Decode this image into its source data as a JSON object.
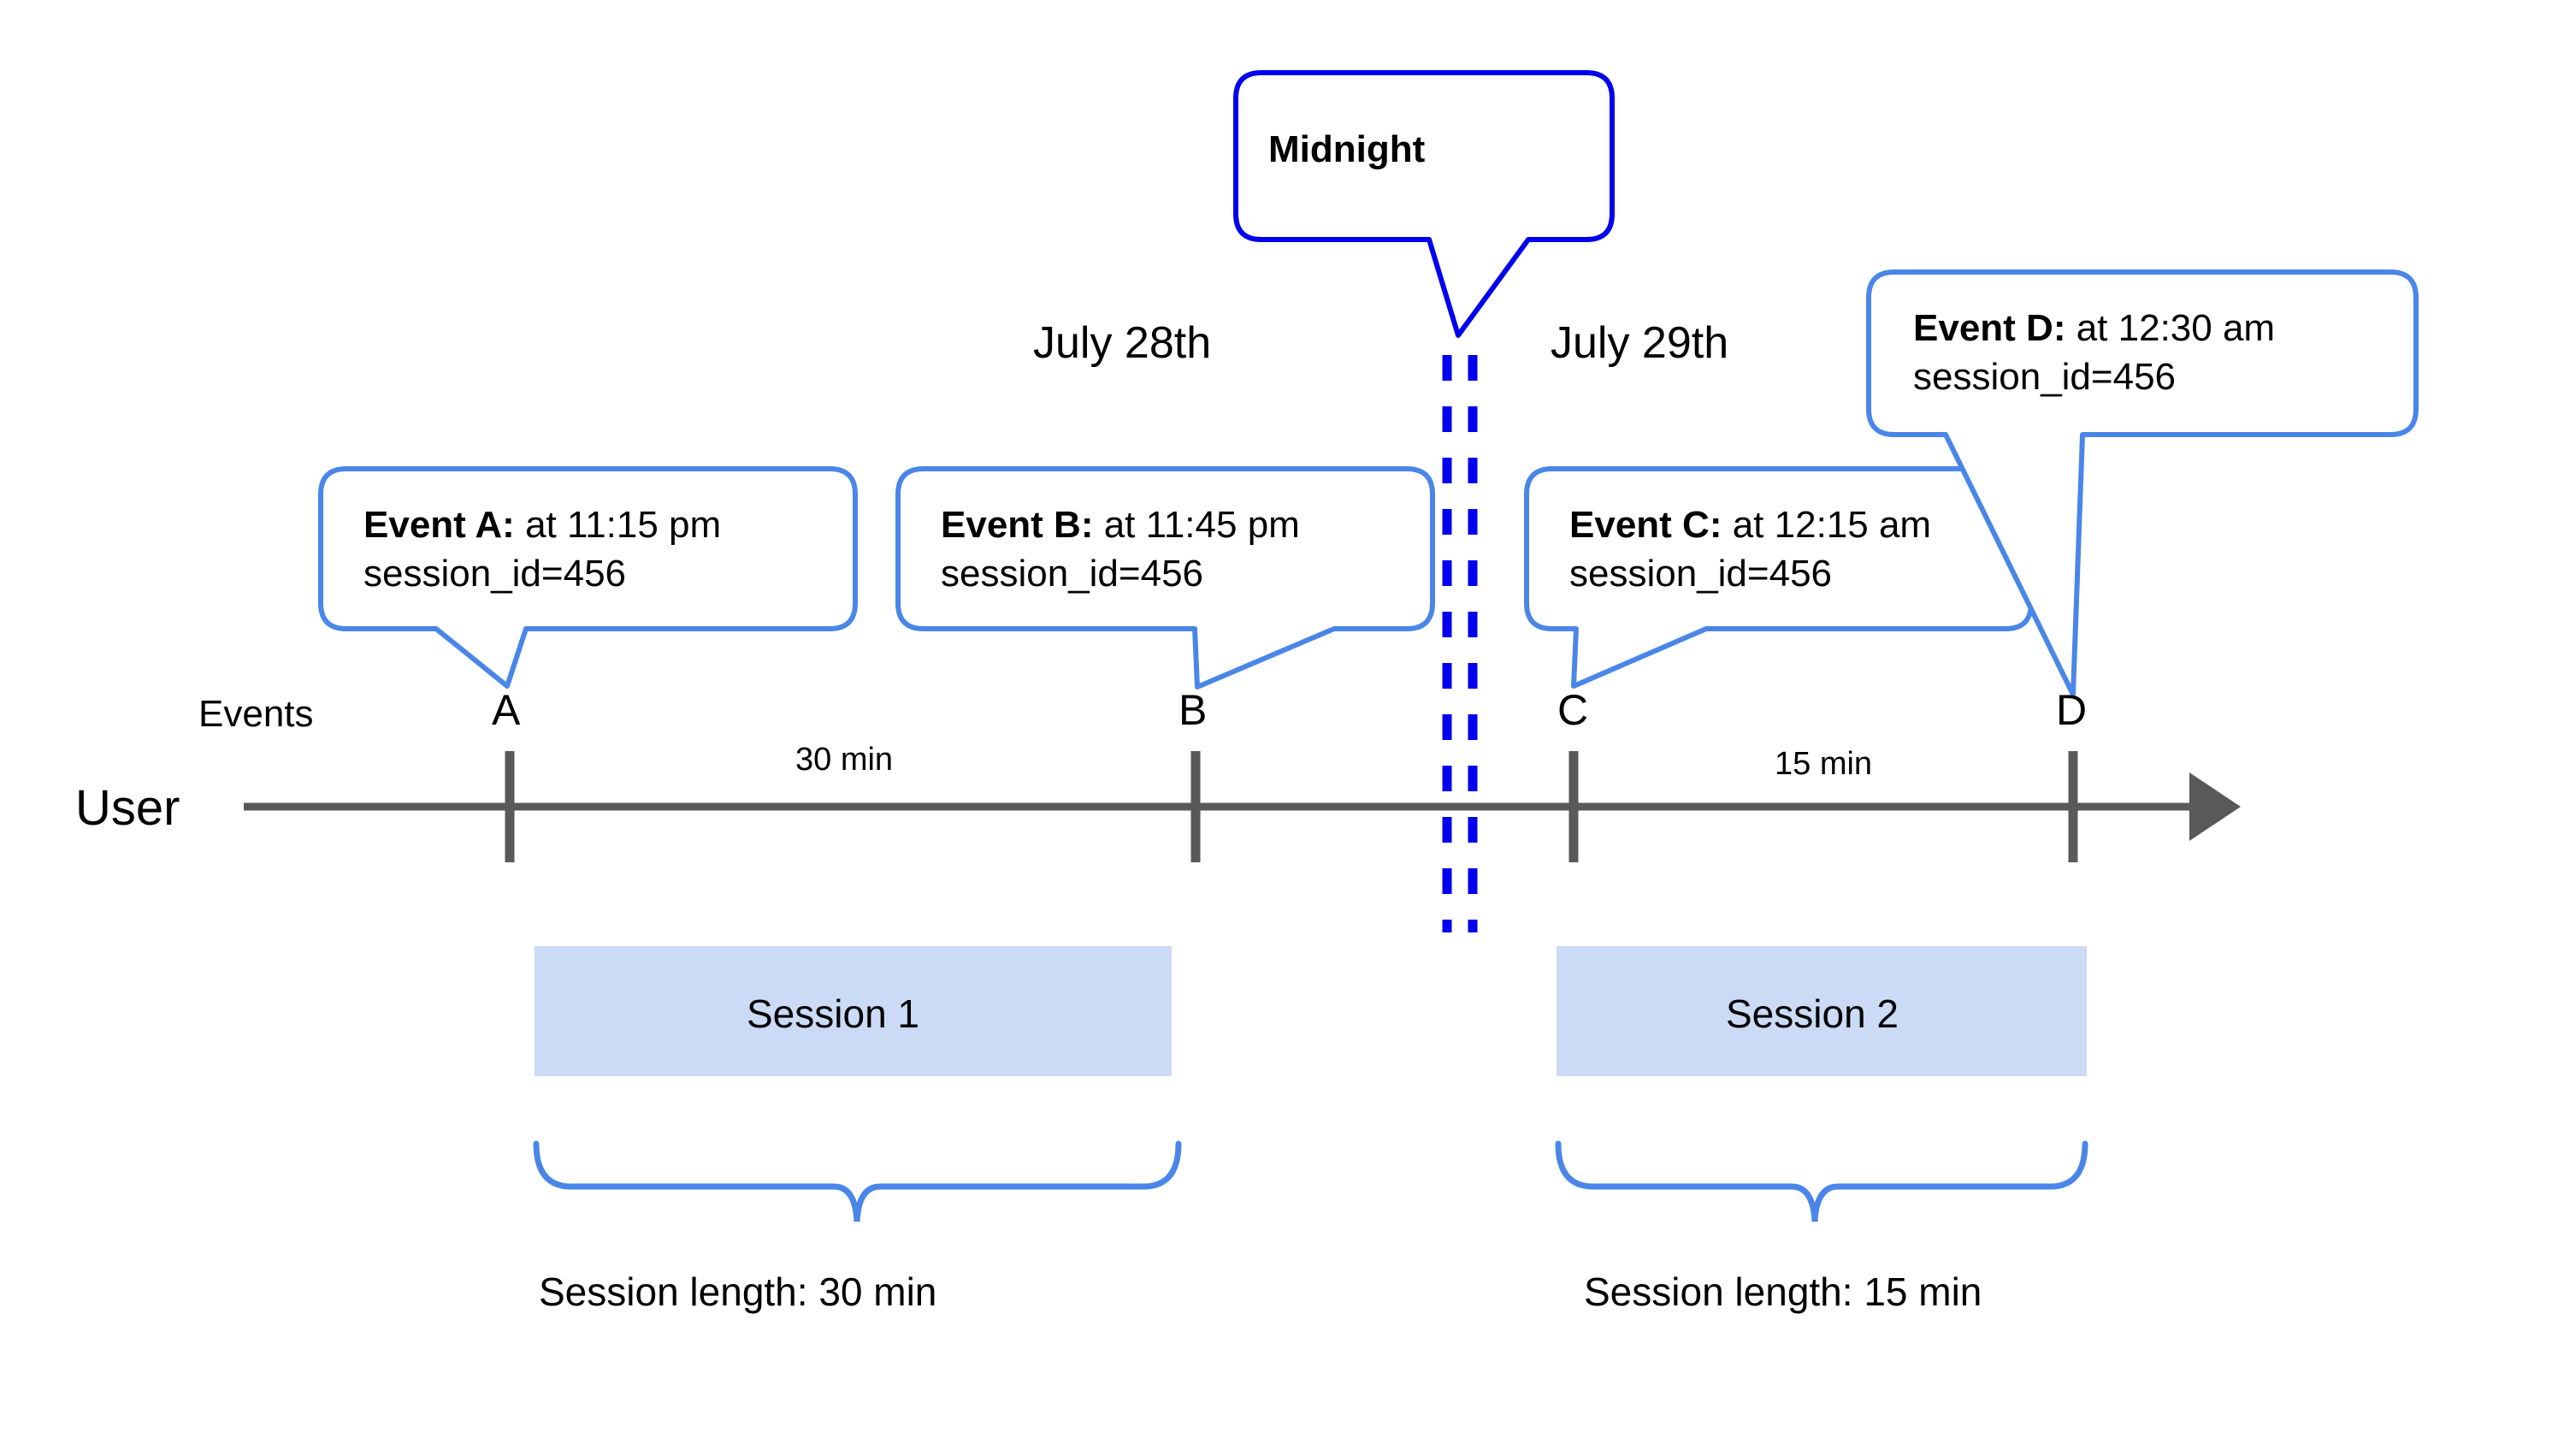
{
  "diagram": {
    "title_callout": {
      "label": "Midnight"
    },
    "lane_labels": {
      "user": "User",
      "events": "Events"
    },
    "dates": [
      {
        "id": "july-28",
        "label": "July 28th"
      },
      {
        "id": "july-29",
        "label": "July 29th"
      }
    ],
    "event_markers": [
      {
        "id": "A",
        "label": "A"
      },
      {
        "id": "B",
        "label": "B"
      },
      {
        "id": "C",
        "label": "C"
      },
      {
        "id": "D",
        "label": "D"
      }
    ],
    "event_callouts": [
      {
        "id": "A",
        "title": "Event A:",
        "time": " at 11:15 pm",
        "detail": "session_id=456"
      },
      {
        "id": "B",
        "title": "Event B:",
        "time": " at 11:45 pm",
        "detail": "session_id=456"
      },
      {
        "id": "C",
        "title": "Event C:",
        "time": " at 12:15 am",
        "detail": "session_id=456"
      },
      {
        "id": "D",
        "title": "Event D:",
        "time": " at 12:30 am",
        "detail": "session_id=456"
      }
    ],
    "gap_labels": [
      {
        "id": "gap-ab",
        "label": "30 min"
      },
      {
        "id": "gap-cd",
        "label": "15 min"
      }
    ],
    "sessions": [
      {
        "id": "session-1",
        "label": "Session 1",
        "length_label": "Session length: 30 min"
      },
      {
        "id": "session-2",
        "label": "Session 2",
        "length_label": "Session length: 15 min"
      }
    ],
    "colors": {
      "callout_border": "#4A86E8",
      "midnight_border": "#0000EE",
      "midnight_dashes": "#0000EE",
      "session_fill": "#CBDAF5",
      "axis": "#595959",
      "brace": "#4A86E8",
      "text": "#000000"
    }
  },
  "chart_data": {
    "type": "timeline",
    "title": "Sessionization across midnight",
    "axis_label": "User",
    "track_label": "Events",
    "day_boundaries": [
      {
        "at": "midnight",
        "between": [
          "July 28th",
          "July 29th"
        ]
      }
    ],
    "events": [
      {
        "name": "A",
        "time": "11:15 pm",
        "day": "July 28th",
        "session_id": 456,
        "session": "Session 1"
      },
      {
        "name": "B",
        "time": "11:45 pm",
        "day": "July 28th",
        "session_id": 456,
        "session": "Session 1"
      },
      {
        "name": "C",
        "time": "12:15 am",
        "day": "July 29th",
        "session_id": 456,
        "session": "Session 2"
      },
      {
        "name": "D",
        "time": "12:30 am",
        "day": "July 29th",
        "session_id": 456,
        "session": "Session 2"
      }
    ],
    "intervals": [
      {
        "from": "A",
        "to": "B",
        "duration_min": 30,
        "label": "30 min"
      },
      {
        "from": "C",
        "to": "D",
        "duration_min": 15,
        "label": "15 min"
      }
    ],
    "sessions": [
      {
        "name": "Session 1",
        "events": [
          "A",
          "B"
        ],
        "length_min": 30,
        "length_label": "Session length: 30 min"
      },
      {
        "name": "Session 2",
        "events": [
          "C",
          "D"
        ],
        "length_min": 15,
        "length_label": "Session length: 15 min"
      }
    ]
  }
}
